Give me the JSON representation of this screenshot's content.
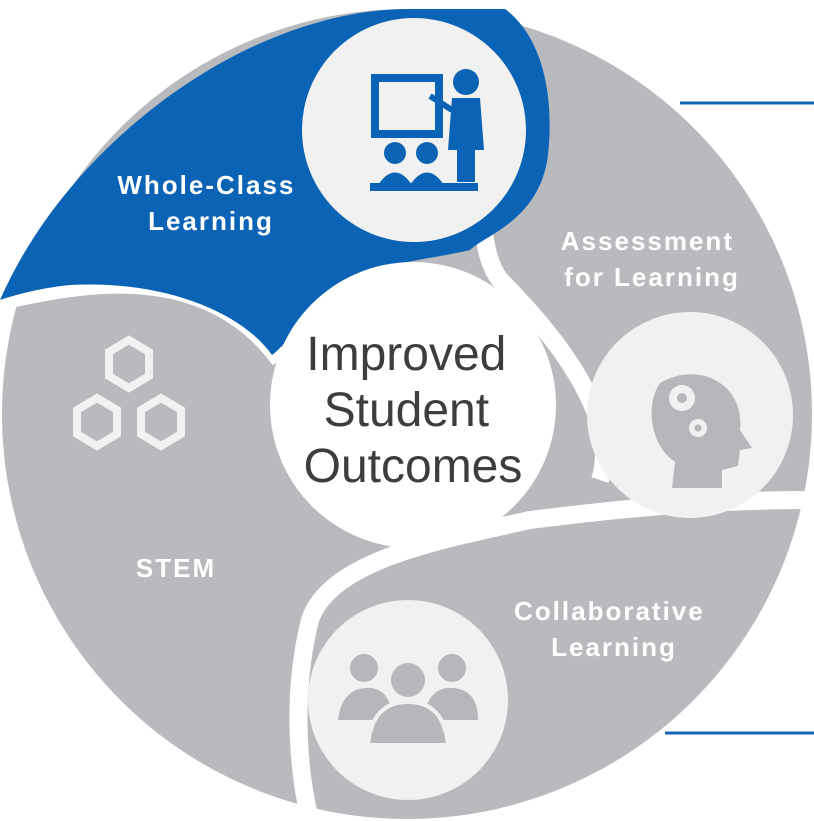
{
  "center": {
    "line1": "Improved",
    "line2": "Student",
    "line3": "Outcomes"
  },
  "segments": {
    "whole_class": {
      "line1": "Whole-Class",
      "line2": "Learning",
      "icon": "teacher-presentation-icon"
    },
    "assessment": {
      "line1": "Assessment",
      "line2": "for Learning",
      "icon": "head-gears-icon"
    },
    "collaborative": {
      "line1": "Collaborative",
      "line2": "Learning",
      "icon": "group-people-icon"
    },
    "stem": {
      "line1": "STEM",
      "icon": "hexagons-icon"
    }
  },
  "colors": {
    "primary_blue": "#0b63b6",
    "segment_gray": "#b9babd",
    "icon_circle": "#f1f1f1",
    "icon_gray": "#b6b7ba",
    "center_text": "#3d3d3f",
    "divider": "#ffffff",
    "accent_line": "#1565b5"
  }
}
